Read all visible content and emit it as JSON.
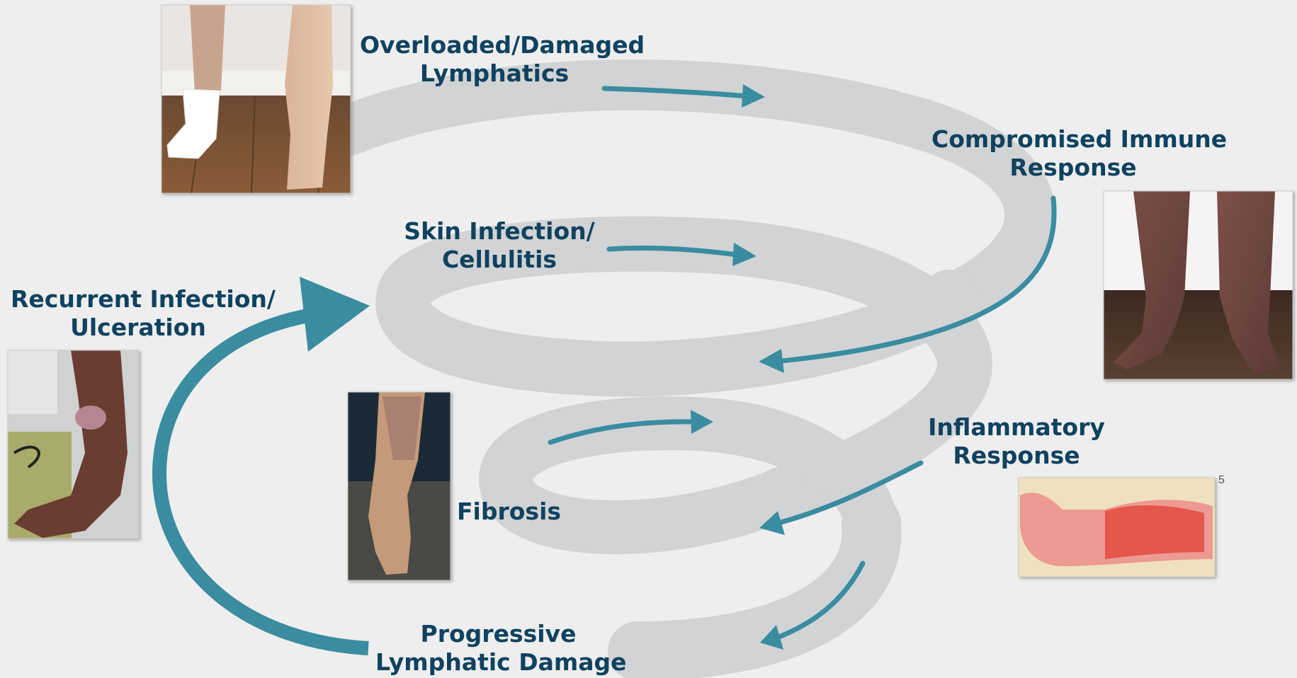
{
  "labels": {
    "overloaded": {
      "line1": "Overloaded/Damaged",
      "line2": "Lymphatics"
    },
    "immune": {
      "line1": "Compromised Immune",
      "line2": "Response"
    },
    "skin": {
      "line1": "Skin Infection/",
      "line2": "Cellulitis"
    },
    "recurrent": {
      "line1": "Recurrent Infection/",
      "line2": "Ulceration"
    },
    "inflammatory": {
      "line1": "Inflammatory",
      "line2": "Response"
    },
    "fibrosis": {
      "line1": "Fibrosis"
    },
    "progressive": {
      "line1": "Progressive",
      "line2": "Lymphatic Damage"
    }
  },
  "page_number": "5",
  "colors": {
    "background": "#eeeeee",
    "spiral_band": "#d2d3d4",
    "arrow": "#3a8ca0",
    "label_text": "#0f4260"
  },
  "photos": [
    {
      "name": "photo-legs-white-sock",
      "depicts": "legs with lymphedema, one foot in white sock"
    },
    {
      "name": "photo-legs-discolored",
      "depicts": "discolored swollen lower legs"
    },
    {
      "name": "photo-ulcerated-leg",
      "depicts": "leg with ulceration"
    },
    {
      "name": "photo-fibrotic-leg",
      "depicts": "fibrotic lower leg"
    },
    {
      "name": "photo-red-inflamed-leg",
      "depicts": "red inflamed leg"
    }
  ]
}
